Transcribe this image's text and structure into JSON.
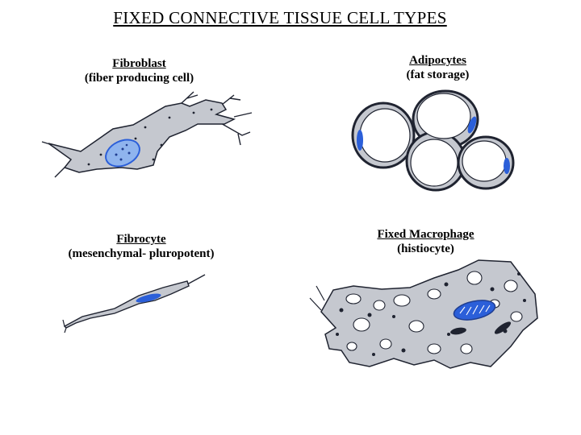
{
  "title": "FIXED CONNECTIVE TISSUE CELL TYPES",
  "cells": {
    "fibroblast": {
      "name": "Fibroblast",
      "desc": "(fiber producing cell)"
    },
    "adipocytes": {
      "name": "Adipocytes",
      "desc": "(fat storage)"
    },
    "fibrocyte": {
      "name": "Fibrocyte",
      "desc": "(mesenchymal- pluropotent)"
    },
    "macrophage": {
      "name": "Fixed Macrophage",
      "desc": "(histiocyte)"
    }
  },
  "colors": {
    "cytoplasm": "#c5c8cf",
    "nucleus": "#2b5fd9",
    "nucleus_light": "#8fb4ee",
    "outline": "#1f2330"
  }
}
